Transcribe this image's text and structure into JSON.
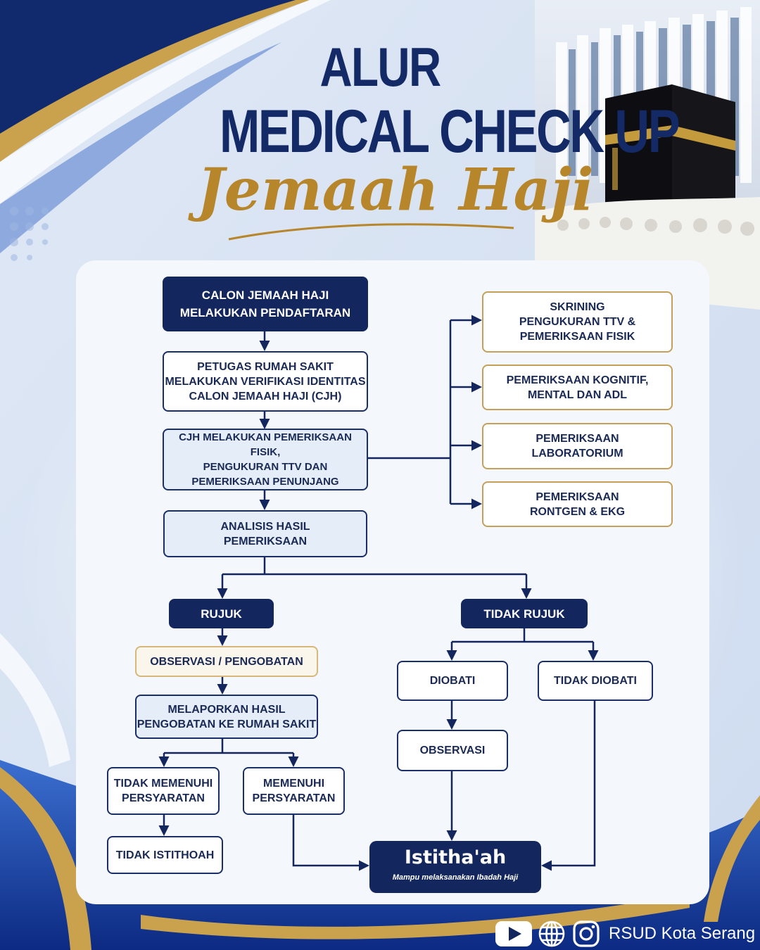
{
  "header": {
    "line1": "ALUR",
    "line2": "MEDICAL CHECK UP",
    "line3": "Jemaah Haji"
  },
  "flow": {
    "registration": "CALON JEMAAH HAJI\nMELAKUKAN PENDAFTARAN",
    "verification": "PETUGAS RUMAH SAKIT\nMELAKUKAN VERIFIKASI IDENTITAS\nCALON JEMAAH HAJI (CJH)",
    "examination": "CJH MELAKUKAN PEMERIKSAAN FISIK,\nPENGUKURAN TTV DAN\nPEMERIKSAAN PENUNJANG",
    "analysis": "ANALISIS HASIL\nPEMERIKSAAN",
    "screening": "SKRINING\nPENGUKURAN TTV &\nPEMERIKSAAN FISIK",
    "cognitive": "PEMERIKSAAN KOGNITIF,\nMENTAL DAN ADL",
    "laboratory": "PEMERIKSAAN\nLABORATORIUM",
    "radiology": "PEMERIKSAAN\nRONTGEN & EKG",
    "refer": "RUJUK",
    "not_refer": "TIDAK RUJUK",
    "observation_treatment": "OBSERVASI / PENGOBATAN",
    "report": "MELAPORKAN HASIL\nPENGOBATAN KE RUMAH SAKIT",
    "not_meet": "TIDAK MEMENUHI\nPERSYARATAN",
    "meet": "MEMENUHI\nPERSYARATAN",
    "not_istithoah": "TIDAK ISTITHOAH",
    "treated": "DIOBATI",
    "not_treated": "TIDAK DIOBATI",
    "observation": "OBSERVASI",
    "istithaah_title": "Istitha'ah",
    "istithaah_subtitle": "Mampu melaksanakan Ibadah Haji"
  },
  "footer": {
    "organization": "RSUD Kota Serang",
    "icons": [
      "youtube-icon",
      "globe-icon",
      "instagram-icon"
    ]
  },
  "colors": {
    "navy": "#13265e",
    "gold": "#c4a05a",
    "panel": "#f4f7fc"
  }
}
